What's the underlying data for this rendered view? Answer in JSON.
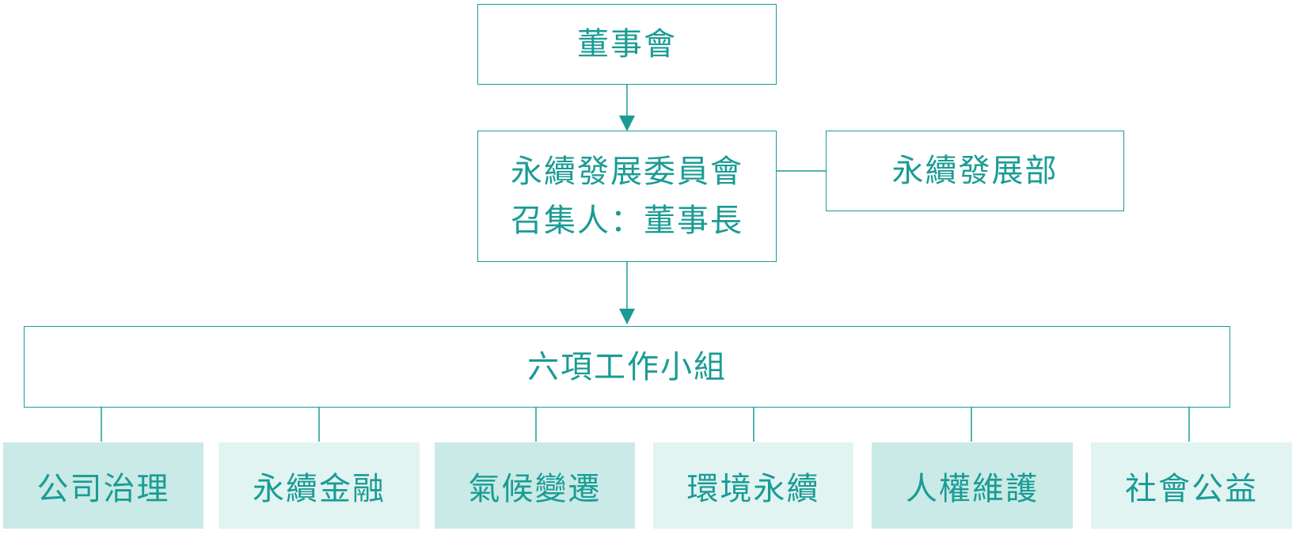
{
  "board": {
    "label": "董事會"
  },
  "committee": {
    "line1": "永續發展委員會",
    "line2": "召集人：董事長"
  },
  "department": {
    "label": "永續發展部"
  },
  "working_groups": {
    "label": "六項工作小組"
  },
  "groups": [
    {
      "label": "公司治理",
      "fill": "#c9eae6"
    },
    {
      "label": "永續金融",
      "fill": "#e2f4f2"
    },
    {
      "label": "氣候變遷",
      "fill": "#c9eae6"
    },
    {
      "label": "環境永續",
      "fill": "#e2f4f2"
    },
    {
      "label": "人權維護",
      "fill": "#c9eae6"
    },
    {
      "label": "社會公益",
      "fill": "#e2f4f2"
    }
  ],
  "colors": {
    "accent": "#1a9c95"
  }
}
